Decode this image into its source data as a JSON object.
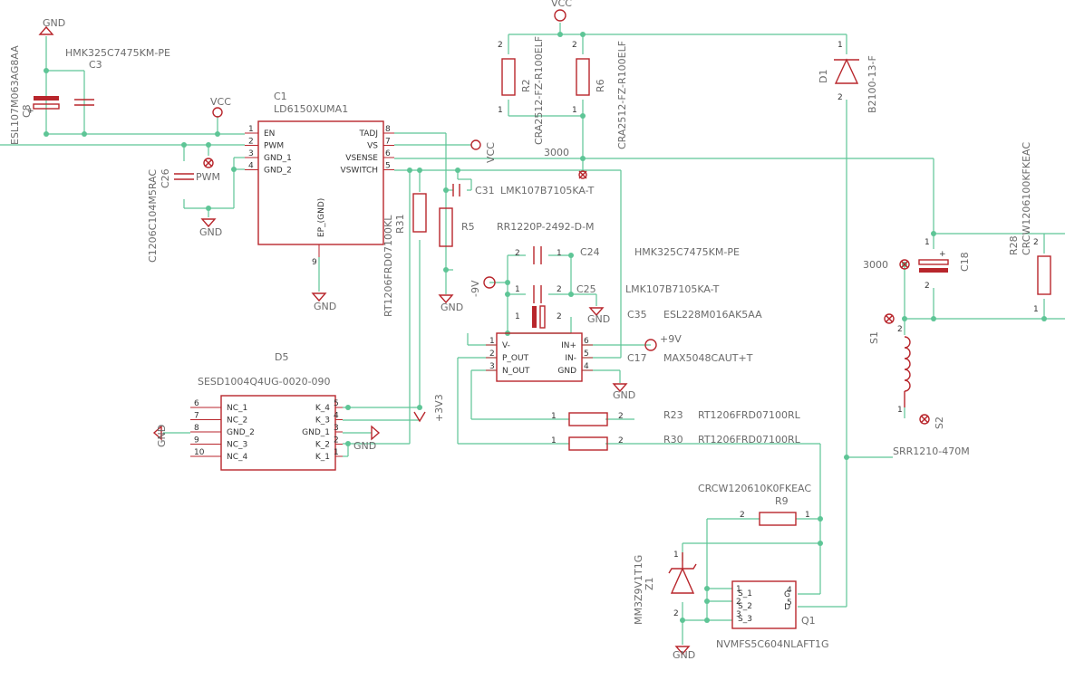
{
  "labels": {
    "gnd_top": "GND",
    "hmk_c3_value": "HMK325C7475KM-PE",
    "c3_name": "C3",
    "c8_value": "ESL107M063AG8AA",
    "c8_name": "C8",
    "vcc_u1": "VCC",
    "c1_name": "C1",
    "c1_value": "LD6150XUMA1",
    "c26_value": "C1206C104M5RAC",
    "c26_name": "C26",
    "pwm_tp": "PWM",
    "gnd_c26": "GND",
    "gnd_ep": "GND",
    "r31_value": "RT1206FRD07100KL",
    "r31_name": "R31",
    "r5_name": "R5",
    "gnd_r5": "GND",
    "vcc_vs": "VCC",
    "c31_name": "C31",
    "c31_value": "LMK107B7105KA-T",
    "vcc_top": "VCC",
    "r2_name": "R2",
    "r2_value": "CRA2512-FZ-R100ELF",
    "r6_name": "R6",
    "r6_value": "CRA2512-FZ-R100ELF",
    "net3000": "3000",
    "d1_name": "D1",
    "d1_value": "B2100-13-F",
    "c24_value": "RR1220P-2492-D-M",
    "c24_name": "C24",
    "c24_mfr": "HMK325C7475KM-PE",
    "m9v": "-9V",
    "c25_name": "C25",
    "c25_value": "LMK107B7105KA-T",
    "gnd_c25": "GND",
    "c35_name": "C35",
    "c35_value": "ESL228M016AK5AA",
    "p9v": "+9V",
    "c17_name": "C17",
    "c17_value": "MAX5048CAUT+T",
    "gnd_u2": "GND",
    "d5_name": "D5",
    "d5_value": "SESD1004Q4UG-0020-090",
    "gnd_d5_left": "GND",
    "gnd_d5_right": "GND",
    "p3v3": "+3V3",
    "r23_name": "R23",
    "r23_value": "RT1206FRD07100RL",
    "r30_name": "R30",
    "r30_value": "RT1206FRD07100RL",
    "l_value": "SRR1210-470M",
    "crcw_r9_value": "CRCW120610K0FKEAC",
    "r9_name": "R9",
    "z1_name": "Z1",
    "z1_value": "MM3Z9V1T1G",
    "gnd_z1": "GND",
    "q1_name": "Q1",
    "q1_value": "NVMFS5C604NLAFT1G",
    "r28_name": "R28",
    "r28_value": "CRCW1206100KFKEAC",
    "c18_name": "C18",
    "net3000_b": "3000",
    "s1": "S1",
    "s2": "S2"
  },
  "u1": {
    "left": [
      "EN",
      "PWM",
      "GND_1",
      "GND_2"
    ],
    "left_nums": [
      "1",
      "2",
      "3",
      "4"
    ],
    "right": [
      "TADJ",
      "VS",
      "VSENSE",
      "VSWITCH"
    ],
    "right_nums": [
      "8",
      "7",
      "6",
      "5"
    ],
    "ep": "EP_(GND)",
    "ep_num": "9"
  },
  "u2": {
    "left": [
      "V-",
      "P_OUT",
      "N_OUT"
    ],
    "left_nums": [
      "1",
      "2",
      "3"
    ],
    "right": [
      "IN+",
      "IN-",
      "GND"
    ],
    "right_nums": [
      "6",
      "5",
      "4"
    ]
  },
  "d5": {
    "left": [
      "NC_1",
      "NC_2",
      "GND_2",
      "NC_3",
      "NC_4"
    ],
    "left_nums": [
      "6",
      "7",
      "8",
      "9",
      "10"
    ],
    "right": [
      "K_4",
      "K_3",
      "GND_1",
      "K_2",
      "K_1"
    ],
    "right_nums": [
      "5",
      "4",
      "3",
      "2",
      "1"
    ]
  },
  "q1": {
    "left": [
      "S_1",
      "S_2",
      "S_3"
    ],
    "left_nums": [
      "1",
      "2",
      "3"
    ],
    "right": [
      "G",
      "D"
    ],
    "right_nums": [
      "4",
      "5"
    ]
  },
  "pin_numbers": {
    "one": "1",
    "two": "2"
  }
}
